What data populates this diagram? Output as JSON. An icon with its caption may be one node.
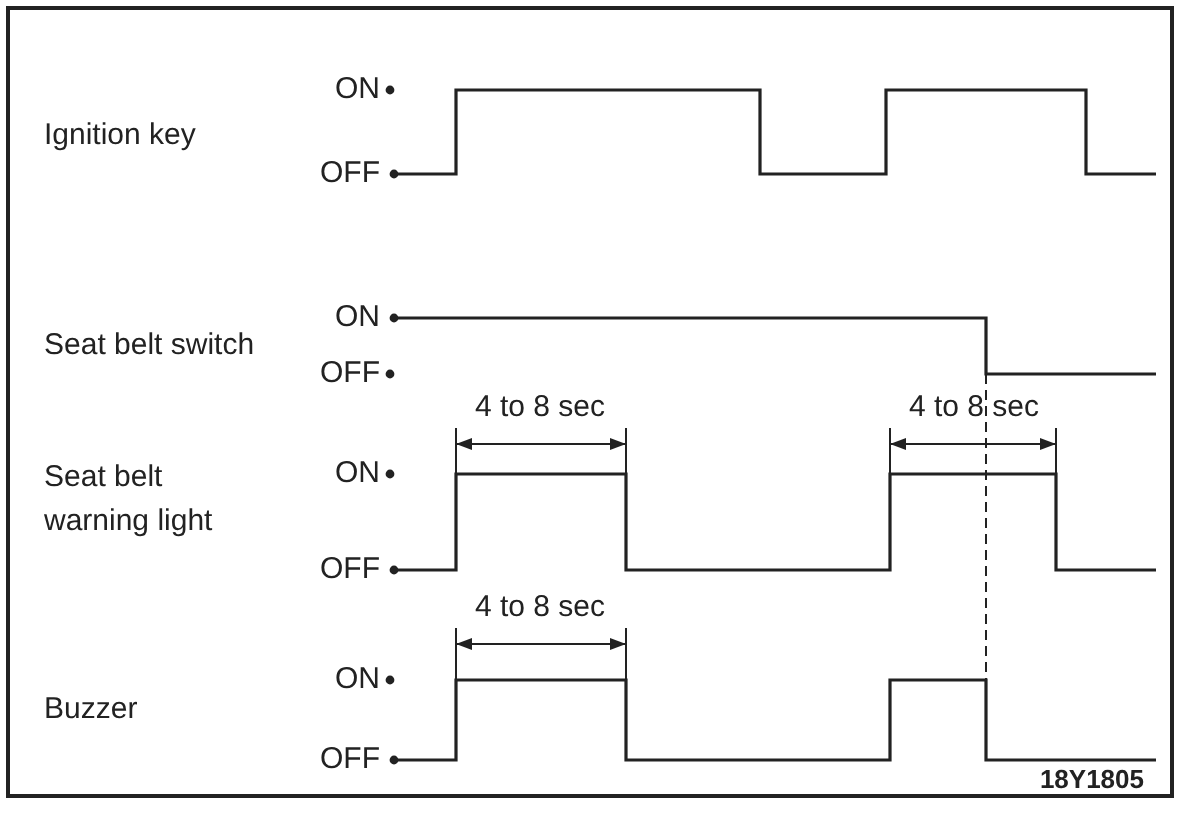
{
  "diagram": {
    "labels": [
      "ON",
      "Ignition key",
      "OFF",
      "ON",
      "Seat belt switch",
      "OFF",
      "4 to 8 sec",
      "4 to 8 sec",
      "Seat belt warning light",
      "ON",
      "OFF",
      "4 to 8 sec",
      "ON",
      "Buzzer",
      "OFF",
      "18Y1805"
    ]
  }
}
